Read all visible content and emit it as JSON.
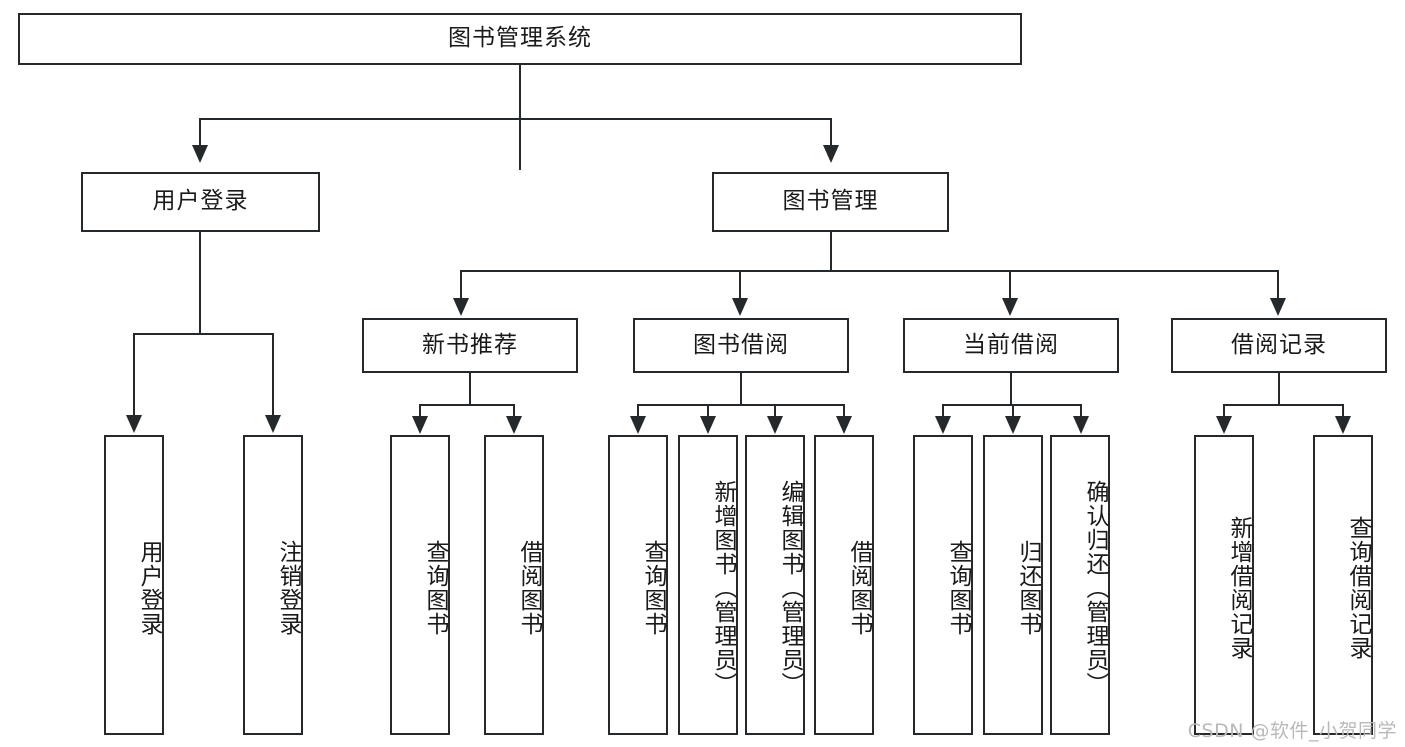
{
  "diagram": {
    "type": "tree-hierarchy",
    "title": "图书管理系统",
    "root": {
      "label": "图书管理系统"
    },
    "level2": [
      {
        "label": "用户登录"
      },
      {
        "label": "图书管理"
      }
    ],
    "level3": [
      {
        "label": "新书推荐"
      },
      {
        "label": "图书借阅"
      },
      {
        "label": "当前借阅"
      },
      {
        "label": "借阅记录"
      }
    ],
    "leaves": {
      "user_login": [
        {
          "label": "用户登录"
        },
        {
          "label": "注销登录"
        }
      ],
      "new_book_recommend": [
        {
          "label": "查询图书"
        },
        {
          "label": "借阅图书"
        }
      ],
      "book_borrow": [
        {
          "label": "查询图书"
        },
        {
          "label": "新增图书（管理员）"
        },
        {
          "label": "编辑图书（管理员）"
        },
        {
          "label": "借阅图书"
        }
      ],
      "current_borrow": [
        {
          "label": "查询图书"
        },
        {
          "label": "归还图书"
        },
        {
          "label": "确认归还（管理员）"
        }
      ],
      "borrow_record": [
        {
          "label": "新增借阅记录"
        },
        {
          "label": "查询借阅记录"
        }
      ]
    },
    "watermark": "CSDN @软件_小贺同学",
    "colors": {
      "stroke": "#26292b",
      "text": "#1a1a1a",
      "background": "#ffffff",
      "watermark": "#b9b9b9"
    }
  }
}
